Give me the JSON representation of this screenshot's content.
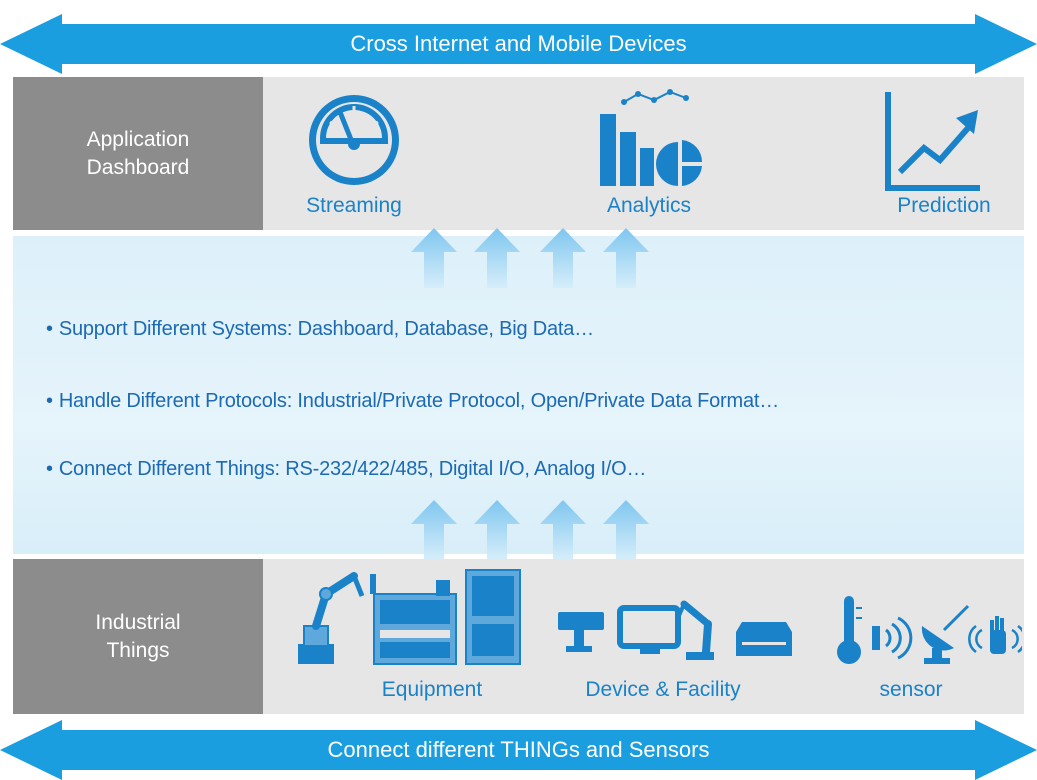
{
  "banners": {
    "top": "Cross Internet and Mobile Devices",
    "bottom": "Connect different THINGs and Sensors"
  },
  "application_row": {
    "label_line1": "Application",
    "label_line2": "Dashboard",
    "features": [
      {
        "label": "Streaming",
        "icon": "speedometer-icon"
      },
      {
        "label": "Analytics",
        "icon": "analytics-icon"
      },
      {
        "label": "Prediction",
        "icon": "trend-up-icon"
      }
    ]
  },
  "middle": {
    "bullet_symbol": "•",
    "bullets": [
      "Support Different Systems: Dashboard, Database, Big Data…",
      "Handle Different Protocols: Industrial/Private Protocol, Open/Private Data Format…",
      "Connect Different Things: RS-232/422/485, Digital I/O, Analog I/O…"
    ]
  },
  "industrial_row": {
    "label_line1": "Industrial",
    "label_line2": "Things",
    "groups": [
      {
        "label": "Equipment",
        "icon": "equipment-icon"
      },
      {
        "label": "Device & Facility",
        "icon": "device-facility-icon"
      },
      {
        "label": "sensor",
        "icon": "sensor-icon"
      }
    ]
  },
  "colors": {
    "banner": "#1a9ee0",
    "label_bg": "#8c8c8c",
    "panel_bg": "#e6e6e6",
    "accent": "#1a82c8",
    "bullet_text": "#1c6ab4",
    "middle_band": "#e3f3fb",
    "up_arrow": "#8ecdf0"
  }
}
